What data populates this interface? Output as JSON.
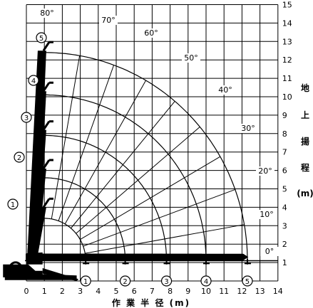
{
  "chart_data": {
    "type": "working-range",
    "x_axis": {
      "ticks": [
        "0",
        "1",
        "2",
        "3",
        "4",
        "5",
        "6",
        "7",
        "8",
        "9",
        "10",
        "11",
        "12",
        "13",
        "14"
      ],
      "label": "作 業 半 径 (m)",
      "range": [
        0,
        14
      ]
    },
    "y_axis": {
      "ticks": [
        "1",
        "2",
        "3",
        "4",
        "5",
        "6",
        "7",
        "8",
        "9",
        "10",
        "11",
        "12",
        "13",
        "14",
        "15"
      ],
      "label_chars": [
        "地",
        "上",
        "揚",
        "程",
        "(m)"
      ],
      "range": [
        0,
        15
      ]
    },
    "angle_labels": [
      "80°",
      "70°",
      "60°",
      "50°",
      "40°",
      "30°",
      "20°",
      "10°",
      "0°"
    ],
    "boom_stages": [
      {
        "label": "1",
        "max_radius_m": 3.3,
        "max_height_m": 4.9
      },
      {
        "label": "2",
        "max_radius_m": 5.5,
        "max_height_m": 7.0
      },
      {
        "label": "3",
        "max_radius_m": 7.8,
        "max_height_m": 9.1
      },
      {
        "label": "4",
        "max_radius_m": 10.0,
        "max_height_m": 11.2
      },
      {
        "label": "5",
        "max_radius_m": 12.3,
        "max_height_m": 13.4
      }
    ],
    "pivot": {
      "x_m": 1.0,
      "y_m": 1.1
    },
    "grid": true
  }
}
